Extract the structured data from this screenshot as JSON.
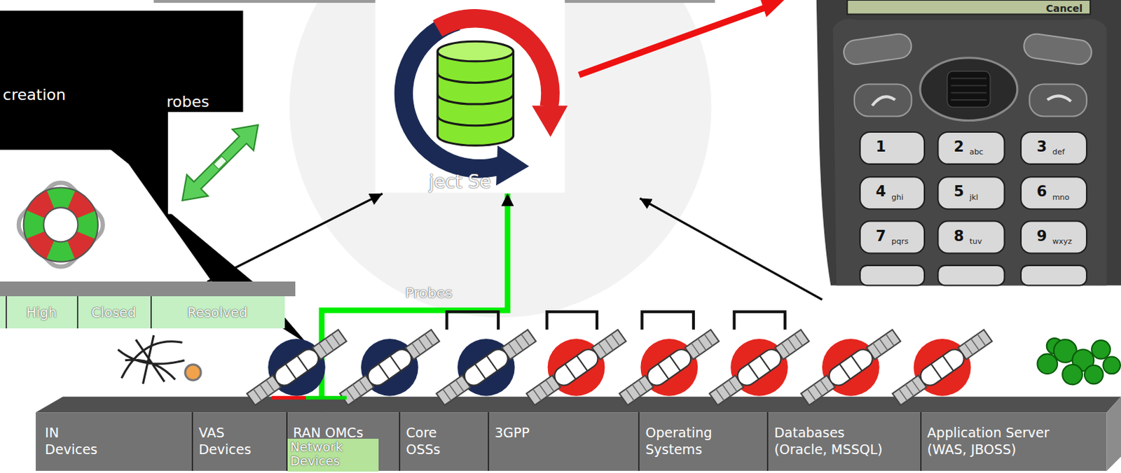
{
  "diagram": {
    "nodes": [
      {
        "text": [
          "creation",
          "robes"
        ]
      },
      {
        "text": [
          "ject Se"
        ]
      },
      {
        "text": [
          "High",
          "Closed",
          "Resolved"
        ]
      },
      {
        "text": [
          "IN Devices"
        ]
      },
      {
        "text": [
          "VAS Devices"
        ]
      },
      {
        "text": [
          "RAN OMCs"
        ]
      },
      {
        "text": [
          "Network Devices"
        ],
        "in": 5
      },
      {
        "text": [
          "Core OSSs"
        ]
      },
      {
        "text": [
          "3GPP"
        ]
      },
      {
        "text": [
          "Operating Systems"
        ]
      },
      {
        "text": [
          "Databases (Oracle, MSSQL)"
        ]
      },
      {
        "text": [
          "Application Server (WAS, JBOSS)"
        ]
      }
    ],
    "edges": [
      {
        "from": 2,
        "to": 1,
        "arrow": "to"
      },
      {
        "from": 5,
        "to": 1,
        "arrow": "to"
      }
    ],
    "labels": [
      "Probes",
      "Cancel",
      "1",
      "2",
      "abc",
      "3",
      "def",
      "4",
      "ghi",
      "5",
      "jkl",
      "6",
      "mno",
      "7",
      "pqrs",
      "8",
      "tuv",
      "9",
      "wxyz"
    ]
  }
}
